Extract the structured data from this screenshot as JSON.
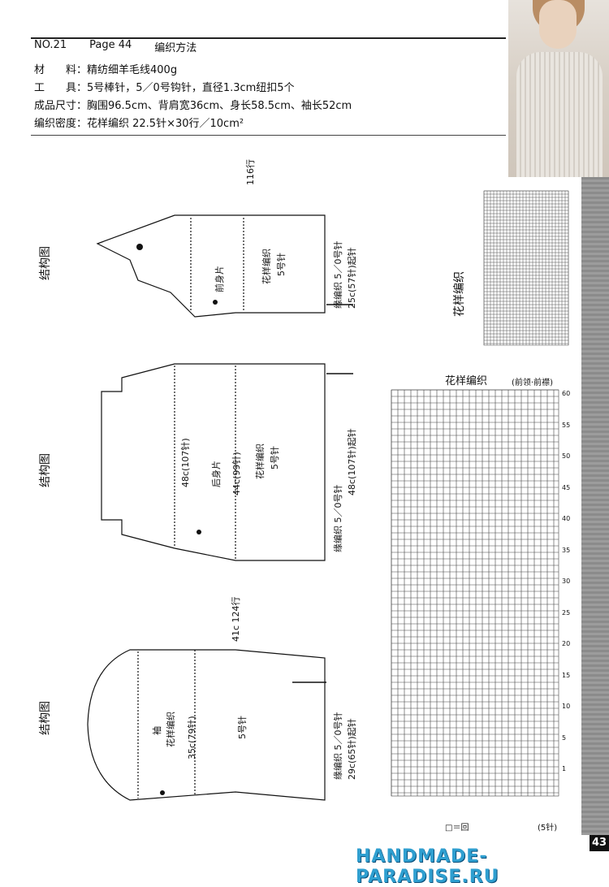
{
  "header": {
    "no": "NO.21",
    "page": "Page 44",
    "method": "编织方法"
  },
  "materials": {
    "material": "材　　料：精纺细羊毛线400g",
    "tools": "工　　具：5号棒针，5／0号钩针，直径1.3cm纽扣5个",
    "size": "成品尺寸：胸围96.5cm、背肩宽36cm、身长58.5cm、袖长52cm",
    "gauge": "编织密度：花样编织  22.5针×30行／10cm²"
  },
  "diagrams": {
    "front_title": "结构图",
    "back_title": "结构图",
    "sleeve_title": "结构图",
    "front_piece": "前身片",
    "front_pattern": "花样编织",
    "front_needle": "5号针",
    "back_piece": "后身片",
    "back_pattern": "花样编织",
    "back_needle": "5号针",
    "sleeve_piece": "袖",
    "sleeve_pattern": "花样编织",
    "sleeve_needle": "5号针",
    "front_cast_on": "25c(57针)起针",
    "back_cast_on": "48c(107针)起针",
    "sleeve_cast_on": "29c(65针)起针",
    "edge_stitch": "缘编织  5／0号针",
    "front_width_top": "116行",
    "back_width": "44c(99针)",
    "back_width2": "48c(107针)",
    "sleeve_width": "35c(79针)",
    "sleeve_length": "41c 124行"
  },
  "chart": {
    "title1": "花样编织",
    "title2": "花样编织",
    "subtitle": "(前领·前襟)",
    "note": "□＝回",
    "row_numbers": [
      "60",
      "55",
      "50",
      "45",
      "40",
      "35",
      "30",
      "25",
      "20",
      "15",
      "10",
      "5",
      "1"
    ],
    "stitches_label": "(5针)"
  },
  "footer": {
    "page_number": "43",
    "watermark": "HANDMADE-PARADISE.RU"
  }
}
